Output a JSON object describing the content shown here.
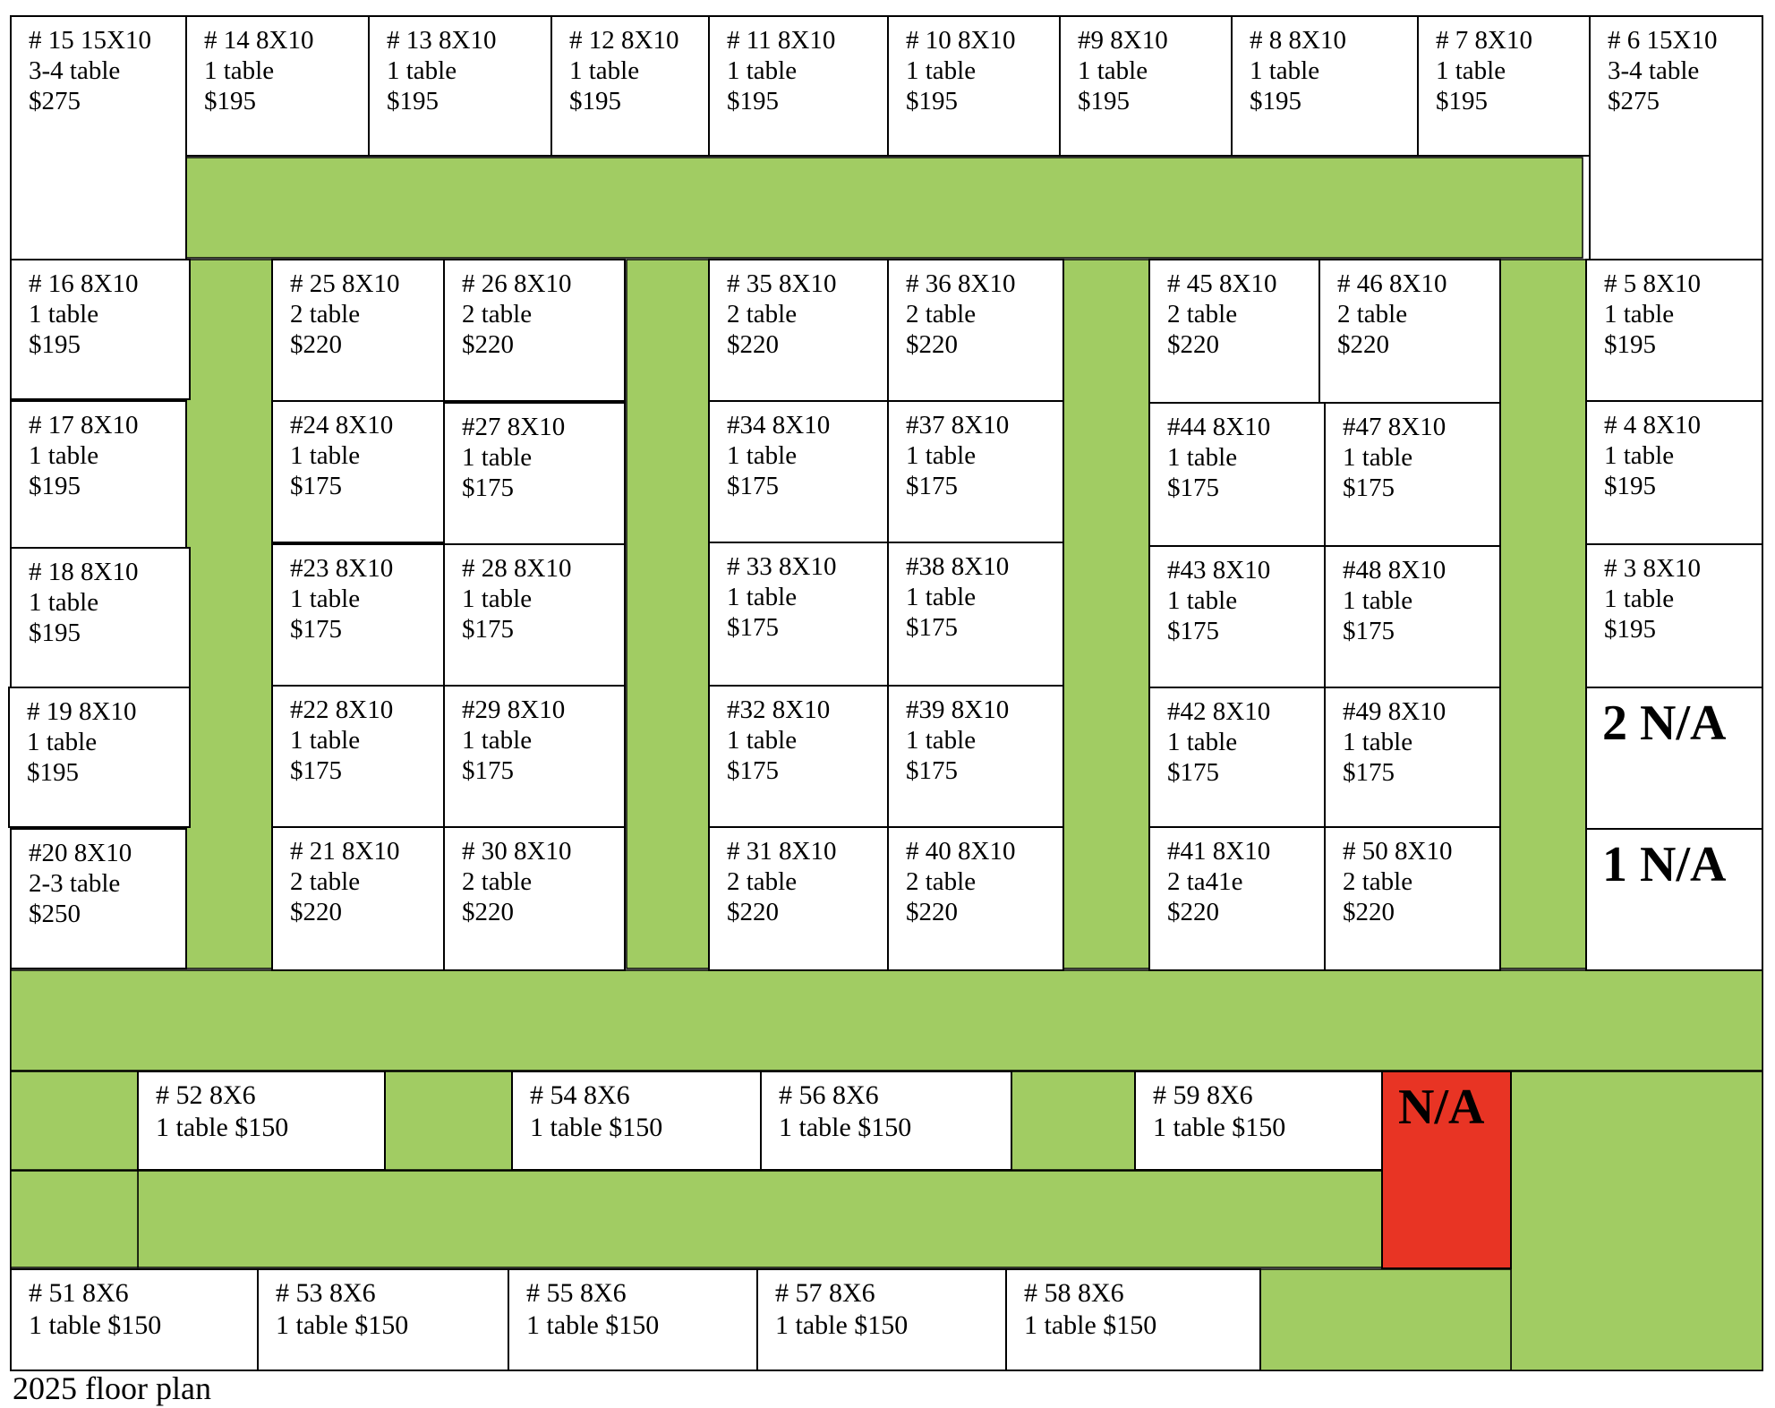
{
  "caption": "2025 floor plan",
  "colors": {
    "aisle": "#a1cc63",
    "booth": "#ffffff",
    "border": "#000000",
    "unavailable": "#e83424",
    "text": "#000000"
  },
  "booths": [
    {
      "lines": [
        "# 15 15X10",
        "3-4 table",
        "$275"
      ]
    },
    {
      "lines": [
        "# 14 8X10",
        "1 table",
        "$195"
      ]
    },
    {
      "lines": [
        "# 13 8X10",
        "1 table",
        "$195"
      ]
    },
    {
      "lines": [
        "# 12 8X10",
        "1 table",
        "$195"
      ]
    },
    {
      "lines": [
        "# 11 8X10",
        "1 table",
        "$195"
      ]
    },
    {
      "lines": [
        "# 10 8X10",
        "1 table",
        "$195"
      ]
    },
    {
      "lines": [
        "#9  8X10",
        "1 table",
        "$195"
      ]
    },
    {
      "lines": [
        "# 8 8X10",
        "1 table",
        "$195"
      ]
    },
    {
      "lines": [
        "# 7 8X10",
        "1 table",
        "$195"
      ]
    },
    {
      "lines": [
        "# 6 15X10",
        "3-4 table",
        "$275"
      ]
    },
    {
      "lines": [
        "# 16 8X10",
        "1 table",
        "$195"
      ]
    },
    {
      "lines": [
        "# 17 8X10",
        "1 table",
        "$195"
      ]
    },
    {
      "lines": [
        "# 18 8X10",
        "1 table",
        "$195"
      ]
    },
    {
      "lines": [
        "# 19 8X10",
        "1 table",
        "$195"
      ]
    },
    {
      "lines": [
        "#20 8X10",
        "2-3 table",
        "$250"
      ]
    },
    {
      "lines": [
        "# 25 8X10",
        "2 table",
        "$220"
      ]
    },
    {
      "lines": [
        "# 26 8X10",
        "2 table",
        "$220"
      ]
    },
    {
      "lines": [
        "#24 8X10",
        "1 table",
        "$175"
      ]
    },
    {
      "lines": [
        "#27  8X10",
        "1 table",
        "$175"
      ]
    },
    {
      "lines": [
        "#23 8X10",
        "1 table",
        "$175"
      ]
    },
    {
      "lines": [
        "# 28   8X10",
        "1 table",
        "$175"
      ]
    },
    {
      "lines": [
        "#22 8X10",
        "1 table",
        "$175"
      ]
    },
    {
      "lines": [
        "#29   8X10",
        "1 table",
        "$175"
      ]
    },
    {
      "lines": [
        "# 21 8X10",
        "2 table",
        "$220"
      ]
    },
    {
      "lines": [
        "# 30 8X10",
        "2 table",
        "$220"
      ]
    },
    {
      "lines": [
        "# 35 8X10",
        "2 table",
        "$220"
      ]
    },
    {
      "lines": [
        "# 36 8X10",
        "2 table",
        "$220"
      ]
    },
    {
      "lines": [
        "#34   8X10",
        "1 table",
        "$175"
      ]
    },
    {
      "lines": [
        "#37  8X10",
        "1 table",
        "$175"
      ]
    },
    {
      "lines": [
        "# 33  8X10",
        "1 table",
        "$175"
      ]
    },
    {
      "lines": [
        "#38  8X10",
        "1 table",
        "$175"
      ]
    },
    {
      "lines": [
        "#32  8X10",
        "1 table",
        "$175"
      ]
    },
    {
      "lines": [
        "#39   8X10",
        "1 table",
        "$175"
      ]
    },
    {
      "lines": [
        "# 31 8X10",
        "2 table",
        "$220"
      ]
    },
    {
      "lines": [
        "# 40 8X10",
        "2 table",
        "$220"
      ]
    },
    {
      "lines": [
        "# 45 8X10",
        "2 table",
        "$220"
      ]
    },
    {
      "lines": [
        "# 46 8X10",
        "2 table",
        "$220"
      ]
    },
    {
      "lines": [
        "#44  8X10",
        "1 table",
        "$175"
      ]
    },
    {
      "lines": [
        "#47  8X10",
        "1 table",
        "$175"
      ]
    },
    {
      "lines": [
        "#43   8X10",
        "1 table",
        "$175"
      ]
    },
    {
      "lines": [
        "#48  8X10",
        "1 table",
        "$175"
      ]
    },
    {
      "lines": [
        "#42   8X10",
        "1 table",
        "$175"
      ]
    },
    {
      "lines": [
        "#49  8X10",
        "1 table",
        "$175"
      ]
    },
    {
      "lines": [
        "#41  8X10",
        "2 ta41e",
        "$220"
      ]
    },
    {
      "lines": [
        "# 50 8X10",
        "2 table",
        "$220"
      ]
    },
    {
      "lines": [
        "# 5 8X10",
        "1 table",
        "$195"
      ]
    },
    {
      "lines": [
        "# 4 8X10",
        "1 table",
        "$195"
      ]
    },
    {
      "lines": [
        "# 3 8X10",
        "1 table",
        "$195"
      ]
    },
    {
      "lines": [
        "2 N/A"
      ]
    },
    {
      "lines": [
        "1 N/A"
      ]
    },
    {
      "lines": [
        "# 52  8X6",
        "1 table  $150"
      ]
    },
    {
      "lines": [
        "# 54      8X6",
        "1 table   $150"
      ]
    },
    {
      "lines": [
        "# 56  8X6",
        "1 table   $150"
      ]
    },
    {
      "lines": [
        "# 59  8X6",
        "1 table   $150"
      ]
    },
    {
      "lines": [
        "N/A"
      ]
    },
    {
      "lines": [
        "# 51  8X6",
        "1 table   $150"
      ]
    },
    {
      "lines": [
        "# 53  8X6",
        "1 table   $150"
      ]
    },
    {
      "lines": [
        "# 55  8X6",
        "1 table   $150"
      ]
    },
    {
      "lines": [
        "# 57  8X6",
        "1 table   $150"
      ]
    },
    {
      "lines": [
        "# 58  8X6",
        "1 table   $150"
      ]
    }
  ]
}
